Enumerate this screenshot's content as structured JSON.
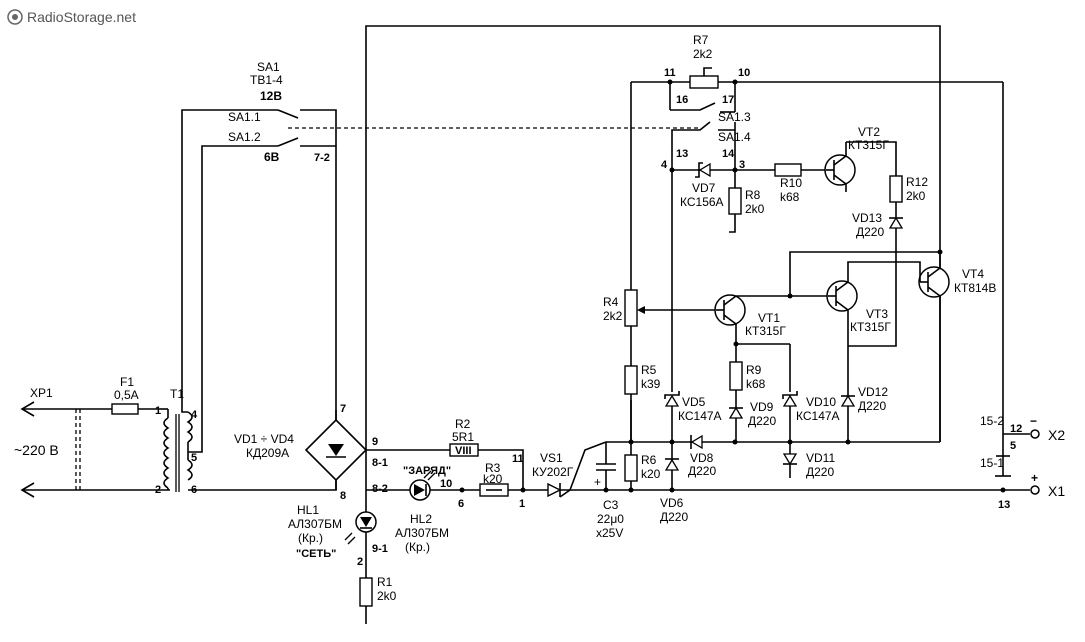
{
  "watermark": "RadioStorage.net",
  "connectors": {
    "xp1": "XP1",
    "mains": "~220 B",
    "x1": "X1",
    "x2": "X2",
    "x1_pin": "13",
    "x2_pin_a": "12",
    "x2_pin_b": "5",
    "plus": "+",
    "minus": "−",
    "p15_2": "15-2",
    "p15_1": "15-1"
  },
  "components": {
    "f1": {
      "ref": "F1",
      "value": "0,5A"
    },
    "t1": {
      "ref": "T1",
      "pins": [
        "1",
        "2",
        "4",
        "5",
        "6"
      ]
    },
    "sa1": {
      "ref": "SA1",
      "type": "TB1-4",
      "sec1": "SA1.1",
      "sec2": "SA1.2",
      "sec3": "SA1.3",
      "sec4": "SA1.4",
      "p12b": "12B",
      "p6b": "6B",
      "p72": "7-2",
      "p16": "16",
      "p17": "17",
      "p13": "13",
      "p14": "14",
      "p11": "11",
      "p10": "10",
      "p4": "4",
      "p3": "3"
    },
    "vd1_4": {
      "ref": "VD1 ÷ VD4",
      "value": "КД209А",
      "p7": "7",
      "p8": "8",
      "p9": "9"
    },
    "r2": {
      "ref": "R2",
      "value": "5R1",
      "mark": "VIII"
    },
    "hl1": {
      "ref": "HL1",
      "value": "АЛ307БМ",
      "color": "(Кр.)",
      "caption": "\"СЕТЬ\""
    },
    "hl2": {
      "ref": "HL2",
      "value": "АЛ307БМ",
      "color": "(Кр.)",
      "caption": "\"ЗАРЯД\""
    },
    "r1": {
      "ref": "R1",
      "value": "2k0"
    },
    "r3": {
      "ref": "R3",
      "value": "k20"
    },
    "vs1": {
      "ref": "VS1",
      "value": "КУ202Г"
    },
    "c3": {
      "ref": "C3",
      "value": "22μ0",
      "voltage": "x25V",
      "plus": "+"
    },
    "r4": {
      "ref": "R4",
      "value": "2k2"
    },
    "r5": {
      "ref": "R5",
      "value": "k39"
    },
    "r6": {
      "ref": "R6",
      "value": "k20"
    },
    "r7": {
      "ref": "R7",
      "value": "2k2"
    },
    "r8": {
      "ref": "R8",
      "value": "2k0"
    },
    "r9": {
      "ref": "R9",
      "value": "k68"
    },
    "r10": {
      "ref": "R10",
      "value": "k68"
    },
    "r12": {
      "ref": "R12",
      "value": "2k0"
    },
    "vd5": {
      "ref": "VD5",
      "value": "КС147А"
    },
    "vd6": {
      "ref": "VD6",
      "value": "Д220"
    },
    "vd7": {
      "ref": "VD7",
      "value": "КС156А"
    },
    "vd8": {
      "ref": "VD8",
      "value": "Д220"
    },
    "vd9": {
      "ref": "VD9",
      "value": "Д220"
    },
    "vd10": {
      "ref": "VD10",
      "value": "КС147А"
    },
    "vd11": {
      "ref": "VD11",
      "value": "Д220"
    },
    "vd12": {
      "ref": "VD12",
      "value": "Д220"
    },
    "vd13": {
      "ref": "VD13",
      "value": "Д220"
    },
    "vt1": {
      "ref": "VT1",
      "value": "КТ315Г"
    },
    "vt2": {
      "ref": "VT2",
      "value": "КТ315Г"
    },
    "vt3": {
      "ref": "VT3",
      "value": "КТ315Г"
    },
    "vt4": {
      "ref": "VT4",
      "value": "КТ814В"
    }
  },
  "nodes": {
    "n8_1": "8-1",
    "n8_2": "8-2",
    "n9_1": "9-1",
    "n2": "2",
    "n1": "1",
    "n6": "6",
    "n10": "10",
    "n11": "11"
  }
}
